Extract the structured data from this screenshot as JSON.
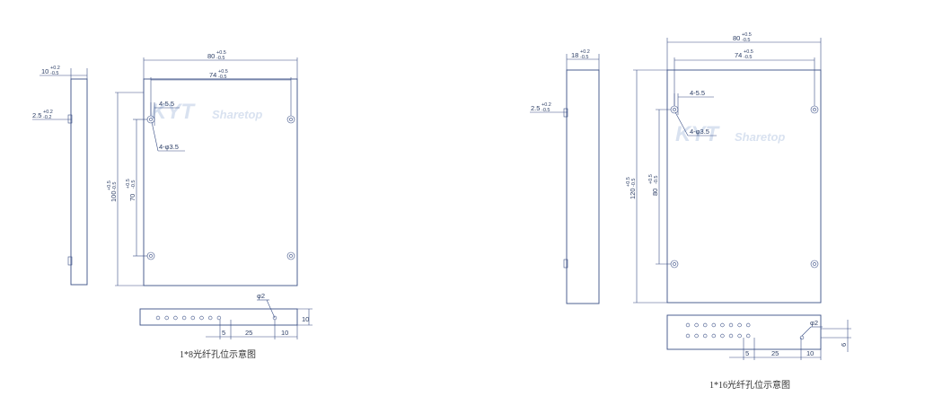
{
  "left": {
    "caption": "1*8光纤孔位示意图",
    "dims": {
      "thickness": "10",
      "thickness_tol_up": "+0.2",
      "thickness_tol_down": "-0.5",
      "offset": "2.5",
      "offset_tol_up": "+0.2",
      "offset_tol_down": "-0.2",
      "width_outer": "80",
      "width_outer_tol_up": "+0.5",
      "width_outer_tol_down": "-0.5",
      "width_inner": "74",
      "width_inner_tol_up": "+0.5",
      "width_inner_tol_down": "-0.5",
      "height_outer": "100",
      "height_outer_tol_up": "+0.5",
      "height_outer_tol_down": "-0.5",
      "height_inner": "70",
      "height_inner_tol_up": "+0.5",
      "height_inner_tol_down": "-0.5",
      "hole_pos": "4-5.5",
      "hole_dia": "4-φ3.5",
      "fiber_dia": "φ2",
      "port_a": "5",
      "port_b": "25",
      "port_c": "10",
      "port_h": "10"
    },
    "fiber_count": 8
  },
  "right": {
    "caption": "1*16光纤孔位示意图",
    "dims": {
      "thickness": "18",
      "thickness_tol_up": "+0.2",
      "thickness_tol_down": "-0.5",
      "offset": "2.5",
      "offset_tol_up": "+0.2",
      "offset_tol_down": "-0.5",
      "width_outer": "80",
      "width_outer_tol_up": "+0.5",
      "width_outer_tol_down": "-0.5",
      "width_inner": "74",
      "width_inner_tol_up": "+0.5",
      "width_inner_tol_down": "-0.5",
      "height_outer": "120",
      "height_outer_tol_up": "+0.5",
      "height_outer_tol_down": "-0.5",
      "height_inner": "80",
      "height_inner_tol_up": "+0.5",
      "height_inner_tol_down": "-0.5",
      "hole_pos": "4-5.5",
      "hole_dia": "4-φ3.5",
      "fiber_dia": "φ2",
      "port_a": "5",
      "port_b": "25",
      "port_c": "10",
      "port_h": "6"
    },
    "fiber_count": 16
  },
  "watermark": {
    "brand_a": "KYT",
    "brand_b": "Sharetop"
  }
}
